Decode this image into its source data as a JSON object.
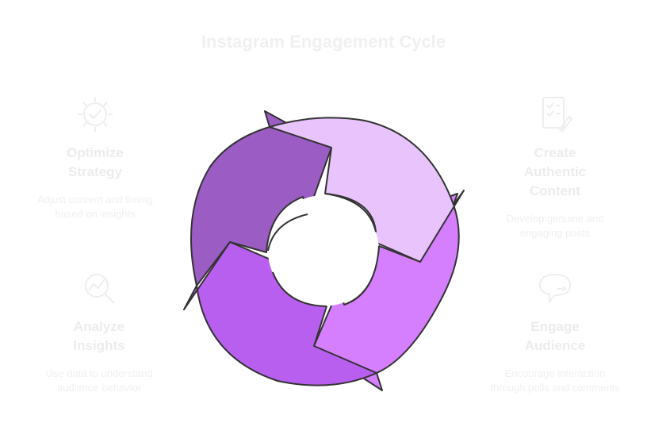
{
  "title": "Instagram Engagement Cycle",
  "steps": [
    {
      "heading_lines": [
        "Optimize",
        "Strategy"
      ],
      "description": "Adjust content and timing based on insights",
      "icon": "gear-check-icon"
    },
    {
      "heading_lines": [
        "Create",
        "Authentic",
        "Content"
      ],
      "description": "Develop genuine and engaging posts",
      "icon": "document-edit-icon"
    },
    {
      "heading_lines": [
        "Engage",
        "Audience"
      ],
      "description": "Encourage interaction through polls and comments",
      "icon": "chat-bubble-icon"
    },
    {
      "heading_lines": [
        "Analyze",
        "Insights"
      ],
      "description": "Use data to understand audience behavior",
      "icon": "magnify-chart-icon"
    }
  ],
  "colors": {
    "optimize": "#9b5cc4",
    "create": "#e9c4fc",
    "engage": "#d57efe",
    "analyze": "#b95ff0",
    "outline": "#333333",
    "faded_text": "#eeeeee"
  }
}
